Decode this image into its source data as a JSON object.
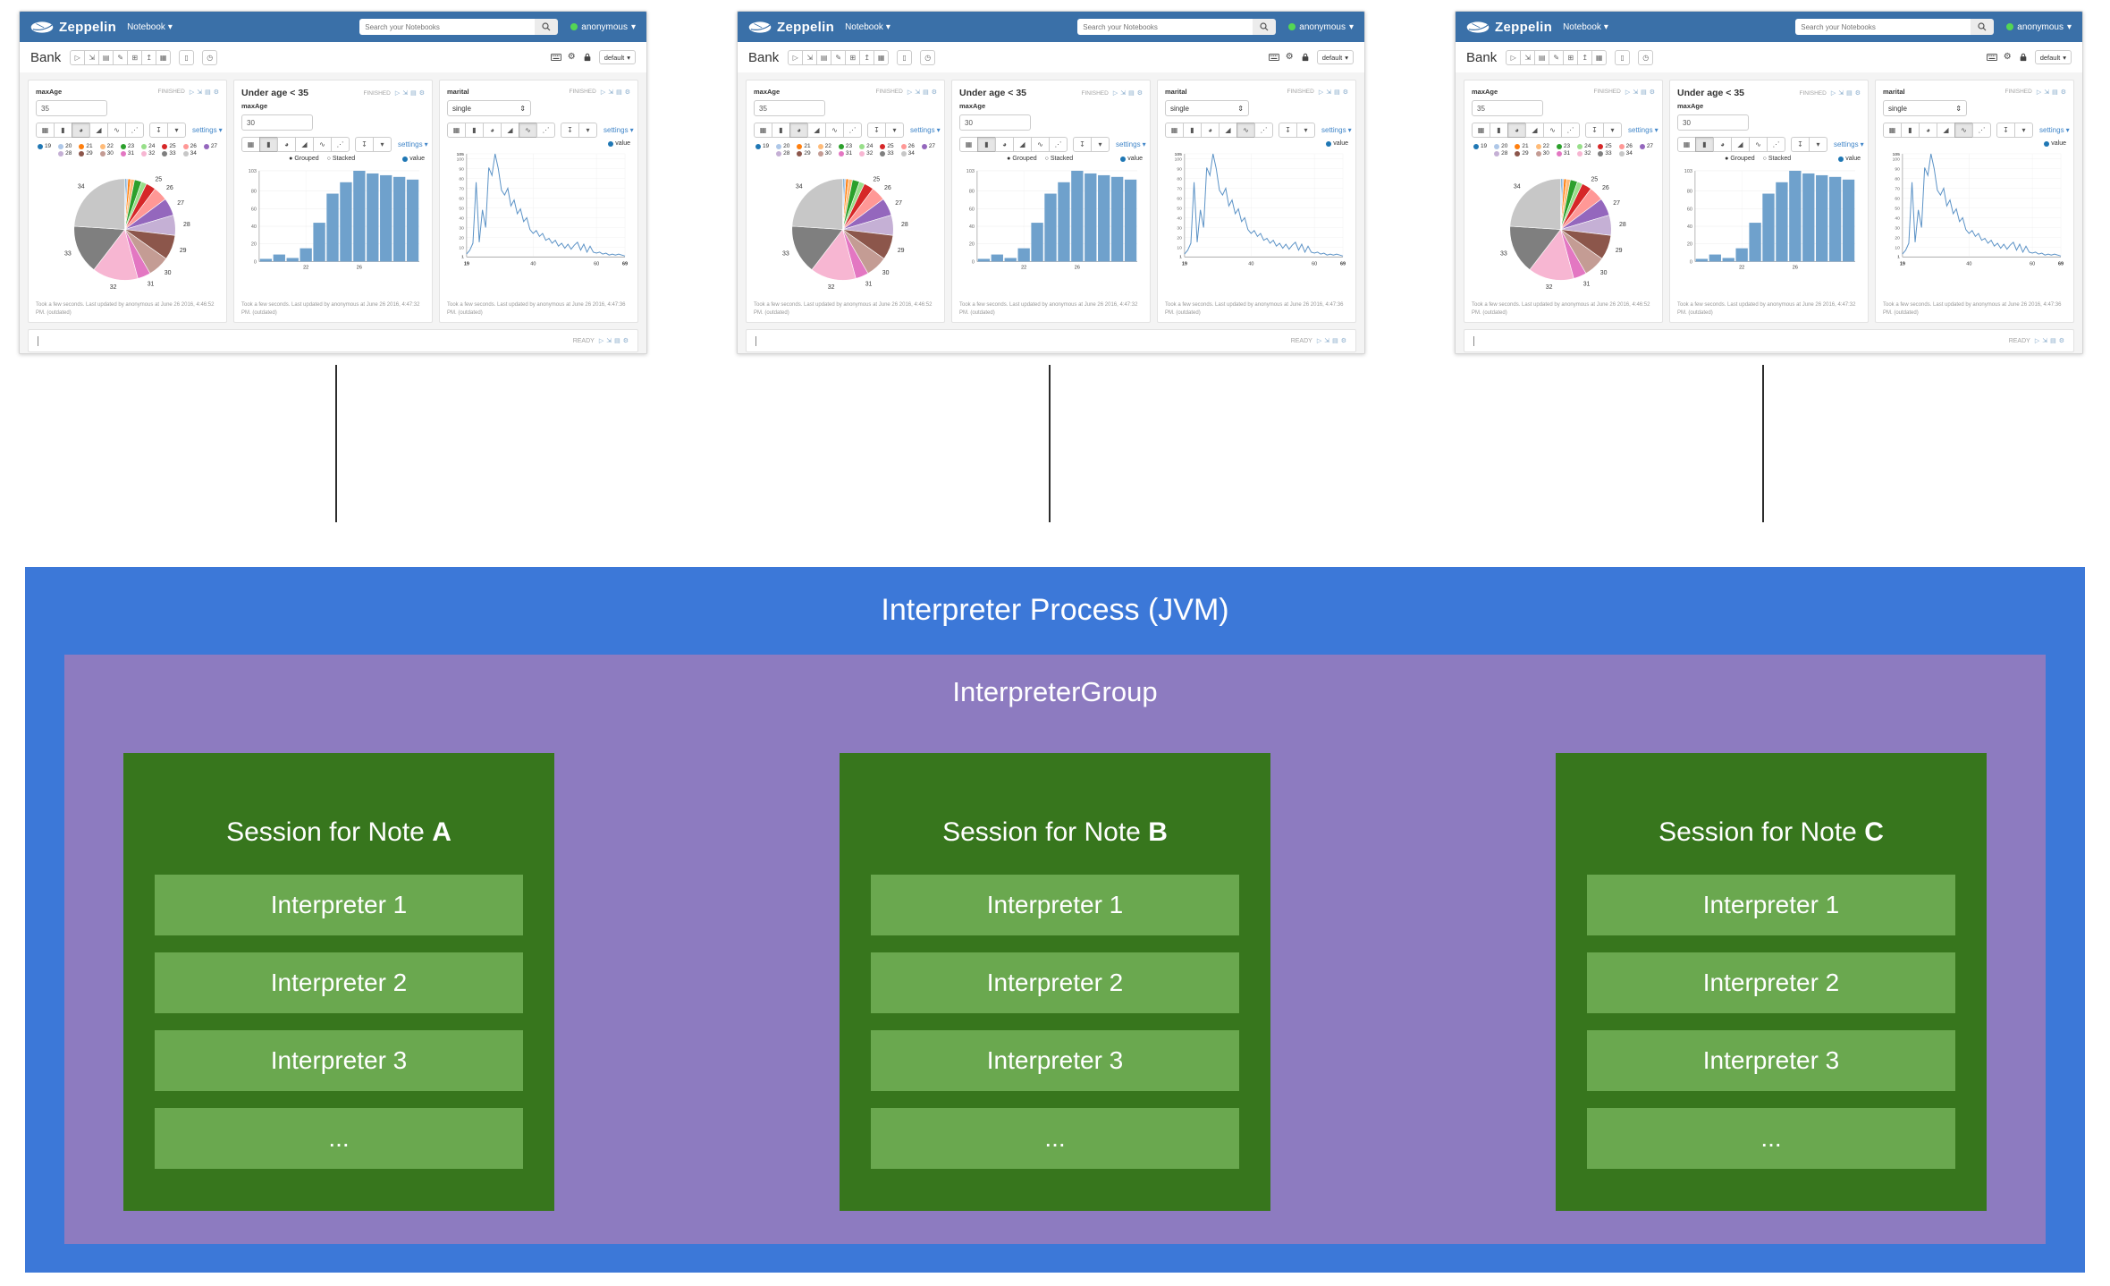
{
  "win": {
    "navbar": {
      "brand": "Zeppelin",
      "menu": "Notebook",
      "search_placeholder": "Search your Notebooks",
      "user": "anonymous"
    },
    "note": {
      "title": "Bank",
      "binding": "default"
    },
    "settings_label": "settings",
    "paragraphs": [
      {
        "label": "maxAge",
        "value": "35",
        "status": "FINISHED",
        "footer": "Took a few seconds. Last updated by anonymous at June 26 2016, 4:46:52 PM. (outdated)"
      },
      {
        "title": "Under age < 35",
        "label": "maxAge",
        "value": "30",
        "status": "FINISHED",
        "radio_grouped": "Grouped",
        "radio_stacked": "Stacked",
        "series": "value",
        "footer": "Took a few seconds. Last updated by anonymous at June 26 2016, 4:47:32 PM. (outdated)"
      },
      {
        "label": "marital",
        "value": "single",
        "status": "FINISHED",
        "series": "value",
        "footer": "Took a few seconds. Last updated by anonymous at June 26 2016, 4:47:36 PM. (outdated)"
      }
    ],
    "statusbar": {
      "status": "READY"
    }
  },
  "icons": {
    "caret": "▾",
    "updown": "⇕",
    "gear": "⚙",
    "clock": "◷",
    "trash": "▯",
    "download": "↧",
    "radio_on": "●",
    "radio_off": "○",
    "note_toolbar": [
      "▷",
      "⇲",
      "▤",
      "✎",
      "⊞",
      "↥",
      "▦"
    ],
    "chart_buttons": [
      "▦",
      "▮",
      "◕",
      "◢",
      "∿",
      "⋰"
    ],
    "status_icons": [
      "▷",
      "⇲",
      "▤",
      "⚙"
    ]
  },
  "colors": {
    "navbar": "#3a70a8",
    "accent_link": "#4186c9",
    "status_green": "#54d654",
    "bar_fill": "#6fa1cc",
    "line_stroke": "#5b92c6",
    "series_dot": "#1f77b4"
  },
  "chart_data": [
    {
      "type": "pie",
      "labels": [
        "19",
        "20",
        "21",
        "22",
        "23",
        "24",
        "25",
        "26",
        "27",
        "28",
        "29",
        "30",
        "31",
        "32",
        "33",
        "34"
      ],
      "values": [
        0.4,
        0.6,
        0.8,
        1.2,
        2.2,
        1.6,
        3.0,
        4.4,
        5.4,
        6.2,
        7.6,
        6.6,
        4.0,
        14.0,
        15.0,
        23.0
      ],
      "colors": [
        "#1f77b4",
        "#aec7e8",
        "#ff7f0e",
        "#ffbb78",
        "#2ca02c",
        "#98df8a",
        "#d62728",
        "#ff9896",
        "#9467bd",
        "#c5b0d5",
        "#8c564b",
        "#c49c94",
        "#e377c2",
        "#f7b6d2",
        "#7f7f7f",
        "#c7c7c7"
      ]
    },
    {
      "type": "bar",
      "series_label": "value",
      "categories": [
        "19",
        "20",
        "21",
        "22",
        "23",
        "24",
        "25",
        "26",
        "27",
        "28",
        "29",
        "30"
      ],
      "values": [
        3,
        8,
        4,
        15,
        44,
        77,
        90,
        103,
        100,
        98,
        96,
        93
      ],
      "ymax": 103,
      "yticks": [
        103,
        80,
        60,
        40,
        20,
        0
      ],
      "xtick_labels": [
        "22",
        "26"
      ],
      "xtick_indices": [
        3,
        7
      ],
      "color": "#6fa1cc"
    },
    {
      "type": "line",
      "series_label": "value",
      "ymax": 105,
      "yticks": [
        105,
        100,
        90,
        80,
        70,
        60,
        50,
        40,
        30,
        20,
        10,
        1
      ],
      "xmin": 19,
      "xmax": 69,
      "xticks": [
        19,
        40,
        60,
        69
      ],
      "color": "#5b92c6",
      "points": [
        [
          19,
          3
        ],
        [
          20,
          7
        ],
        [
          21,
          14
        ],
        [
          22,
          76
        ],
        [
          23,
          15
        ],
        [
          24,
          48
        ],
        [
          25,
          30
        ],
        [
          26,
          91
        ],
        [
          27,
          83
        ],
        [
          28,
          105
        ],
        [
          29,
          90
        ],
        [
          30,
          68
        ],
        [
          31,
          63
        ],
        [
          32,
          70
        ],
        [
          33,
          52
        ],
        [
          34,
          58
        ],
        [
          35,
          44
        ],
        [
          36,
          49
        ],
        [
          37,
          36
        ],
        [
          38,
          40
        ],
        [
          39,
          28
        ],
        [
          40,
          24
        ],
        [
          41,
          27
        ],
        [
          42,
          21
        ],
        [
          43,
          24
        ],
        [
          44,
          17
        ],
        [
          45,
          19
        ],
        [
          46,
          14
        ],
        [
          47,
          17
        ],
        [
          48,
          11
        ],
        [
          49,
          14
        ],
        [
          50,
          9
        ],
        [
          51,
          13
        ],
        [
          52,
          8
        ],
        [
          53,
          12
        ],
        [
          54,
          15
        ],
        [
          55,
          7
        ],
        [
          56,
          13
        ],
        [
          57,
          5
        ],
        [
          58,
          11
        ],
        [
          59,
          5
        ],
        [
          60,
          4
        ],
        [
          61,
          5
        ],
        [
          62,
          3
        ],
        [
          63,
          4
        ],
        [
          64,
          2
        ],
        [
          65,
          3
        ],
        [
          66,
          2
        ],
        [
          67,
          3
        ],
        [
          68,
          2
        ],
        [
          69,
          1
        ]
      ]
    }
  ],
  "diagram": {
    "jvm_title": "Interpreter Process (JVM)",
    "group_title": "InterpreterGroup",
    "sessions": [
      {
        "title": "Session for Note ",
        "note": "A",
        "interpreters": [
          "Interpreter 1",
          "Interpreter 2",
          "Interpreter 3",
          "..."
        ]
      },
      {
        "title": "Session for Note ",
        "note": "B",
        "interpreters": [
          "Interpreter 1",
          "Interpreter 2",
          "Interpreter 3",
          "..."
        ]
      },
      {
        "title": "Session for Note ",
        "note": "C",
        "interpreters": [
          "Interpreter 1",
          "Interpreter 2",
          "Interpreter 3",
          "..."
        ]
      }
    ],
    "colors": {
      "process": "#3c78d8",
      "group": "#8d7bc0",
      "session": "#37761d",
      "interpreter": "#6aa84f"
    }
  }
}
